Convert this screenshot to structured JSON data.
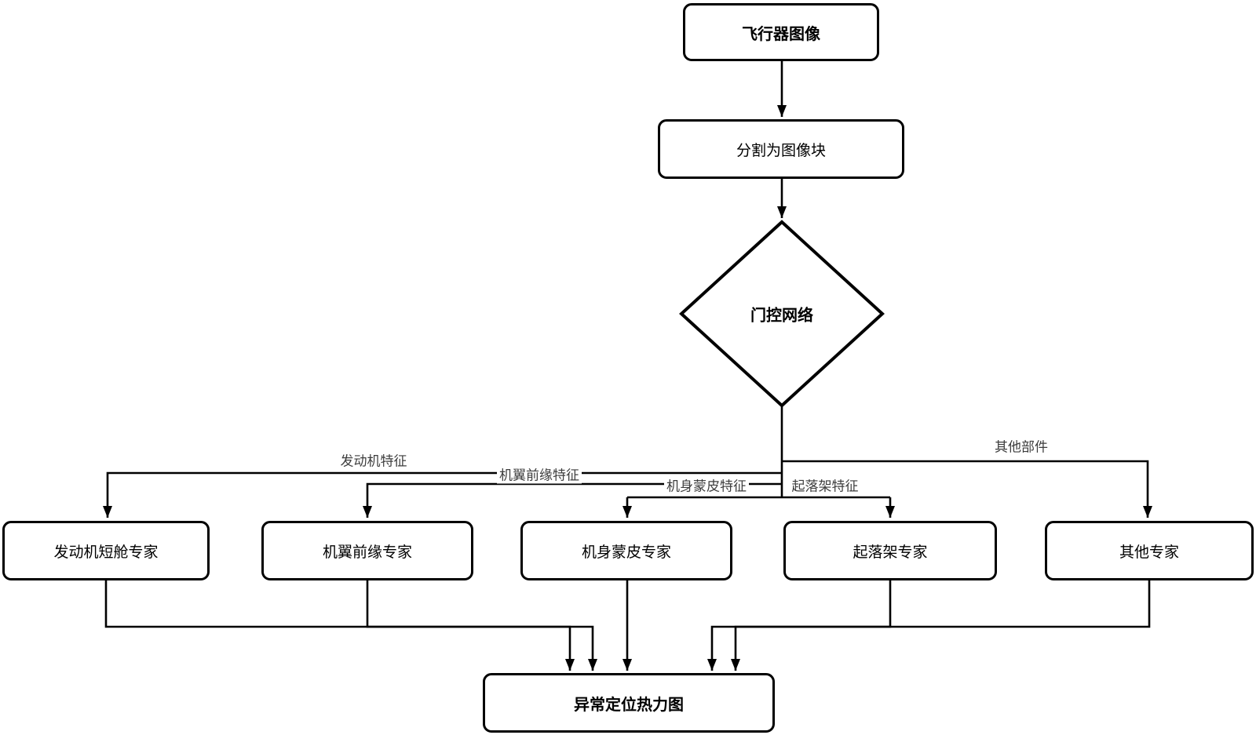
{
  "nodes": {
    "aircraft_image": {
      "label": "飞行器图像"
    },
    "split_patches": {
      "label": "分割为图像块"
    },
    "gating_network": {
      "label": "门控网络"
    },
    "engine_expert": {
      "label": "发动机短舱专家"
    },
    "wing_expert": {
      "label": "机翼前缘专家"
    },
    "skin_expert": {
      "label": "机身蒙皮专家"
    },
    "gear_expert": {
      "label": "起落架专家"
    },
    "other_expert": {
      "label": "其他专家"
    },
    "heatmap": {
      "label": "异常定位热力图"
    }
  },
  "edge_labels": {
    "engine_features": "发动机特征",
    "wing_leading_features": "机翼前缘特征",
    "fuselage_skin_features": "机身蒙皮特征",
    "landing_gear_features": "起落架特征",
    "other_parts": "其他部件"
  },
  "colors": {
    "stroke": "#000000",
    "node_fill": "#ffffff",
    "node_text": "#000000",
    "edge_label_text": "#3d3d3d",
    "background": "#ffffff"
  }
}
